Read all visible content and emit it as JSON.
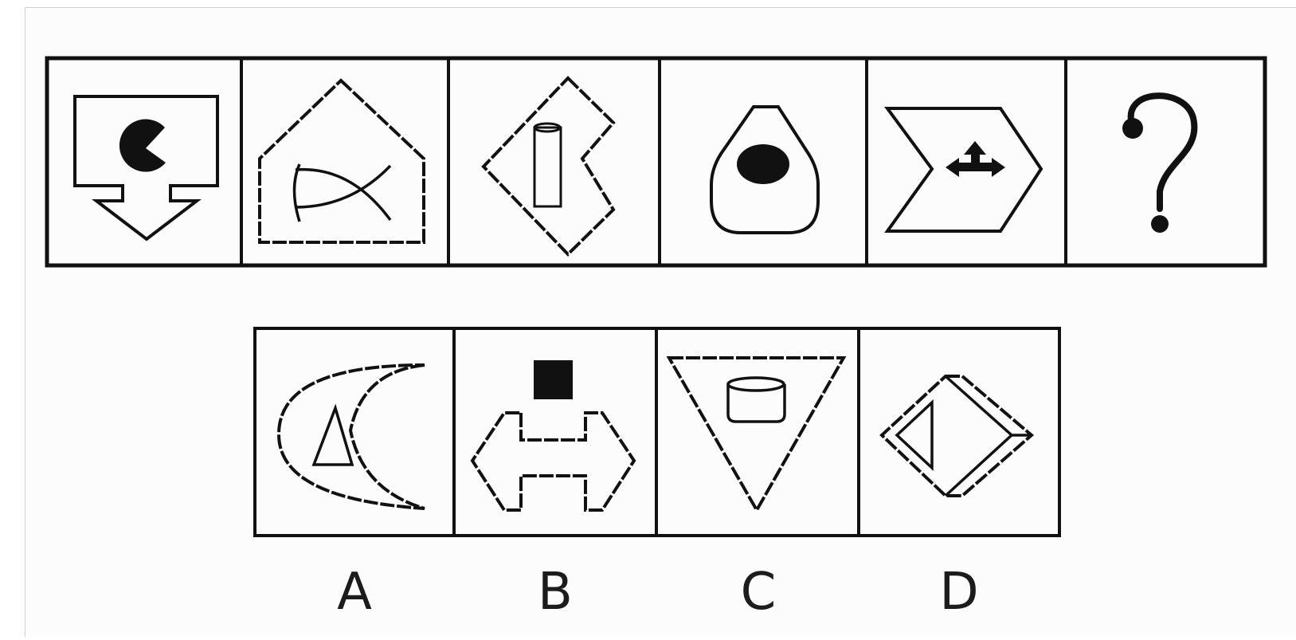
{
  "puzzle": {
    "sequence_panels": [
      {
        "id": "panel-1",
        "shape": "arrow-down-box",
        "inner": "pacman"
      },
      {
        "id": "panel-2",
        "shape": "house-pentagon",
        "inner": "fish-curves"
      },
      {
        "id": "panel-3",
        "shape": "chevron-diamond",
        "inner": "cylinder"
      },
      {
        "id": "panel-4",
        "shape": "rounded-octagon",
        "inner": "black-ellipse"
      },
      {
        "id": "panel-5",
        "shape": "chevron-arrow",
        "inner": "three-way-arrow"
      },
      {
        "id": "panel-6",
        "shape": "question",
        "text": "?"
      }
    ],
    "options": [
      {
        "label": "A",
        "shape": "crescent",
        "inner": "triangle"
      },
      {
        "label": "B",
        "shape": "double-arrow",
        "inner": "black-square"
      },
      {
        "label": "C",
        "shape": "down-triangle",
        "inner": "cylinder"
      },
      {
        "label": "D",
        "shape": "3d-diamond",
        "inner": "triangle"
      }
    ]
  }
}
